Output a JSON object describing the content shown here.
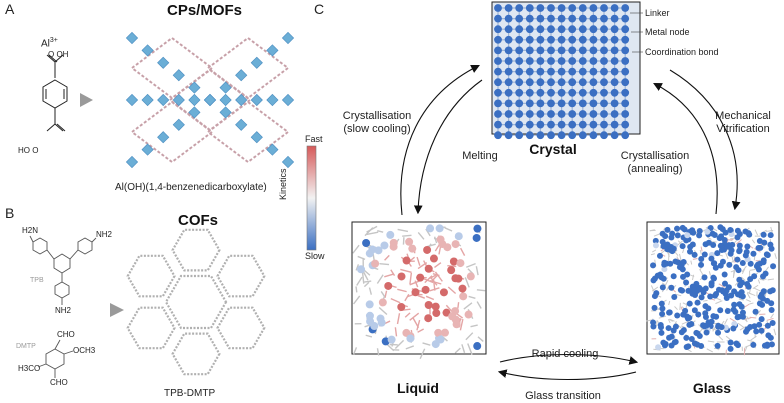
{
  "panels": {
    "a": {
      "letter": "A",
      "title": "CPs/MOFs",
      "metal": "Al3+",
      "metal_sup": "3+",
      "metal_base": "Al",
      "cooh_top": "O   OH",
      "cooh_bottom": "HO   O",
      "caption": "Al(OH)(1,4-benzenedicarboxylate)"
    },
    "b": {
      "letter": "B",
      "title": "COFs",
      "nh2_a": "H2N",
      "nh2_b": "NH2",
      "nh2_c": "NH2",
      "tpb": "TPB",
      "dmtp": "DMTP",
      "cho_top": "CHO",
      "och3": "OCH3",
      "h3co": "H3CO",
      "cho_bottom": "CHO",
      "caption": "TPB-DMTP"
    },
    "c": {
      "letter": "C"
    }
  },
  "crystal_legend": {
    "linker": "Linker",
    "metal_node": "Metal node",
    "coordination_bond": "Coordination bond"
  },
  "kinetics": {
    "fast": "Fast",
    "slow": "Slow",
    "axis": "Kinetics"
  },
  "states": {
    "crystal": "Crystal",
    "liquid": "Liquid",
    "glass": "Glass"
  },
  "processes": {
    "crystallisation_slow": [
      "Crystallisation",
      "(slow cooling)"
    ],
    "melting": "Melting",
    "mechanical_vitrification": [
      "Mechanical",
      "Vitrification"
    ],
    "crystallisation_annealing": [
      "Crystallisation",
      "(annealing)"
    ],
    "rapid_cooling": "Rapid cooling",
    "glass_transition": "Glass transition"
  },
  "colors": {
    "node_blue": "#3b6fc2",
    "node_red": "#d46a6a",
    "arrow_grey": "#a6a6a6",
    "mof_blue": "#6baed6",
    "cof_grey": "#b0b0b0"
  }
}
